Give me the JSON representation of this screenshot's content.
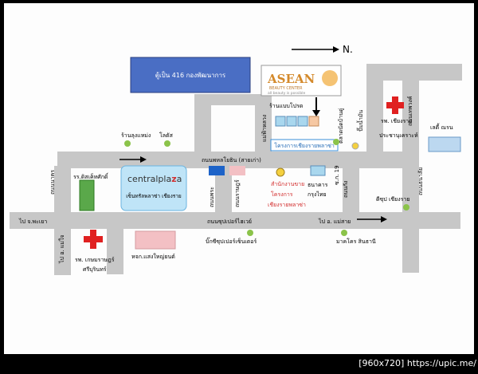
{
  "north_label": "N.",
  "logo": {
    "brand": "ASEAN",
    "sub1": "BEAUTY CENTER",
    "sub2": "all beauty is possible"
  },
  "buildings": {
    "condo_top": "ตู้เป็น 416 กองพัฒนาการ",
    "shop_bottle": "ร้านแบบโปรด",
    "project_box": "โครงการเชียงรายพลาซ่า",
    "nivit": "เลดี้ ณรน",
    "central_brand_a": "centralpla",
    "central_brand_b": "z",
    "central_brand_c": "a",
    "central_sub": "เซ็นทรัลพลาซ่า เชียงราย",
    "sales_office": "สำนักงานขาย",
    "project_name": "โครงการ",
    "project_name2": "เชียงรายพลาซ่า",
    "bank": "ธนาคาร",
    "bank2": "กรุงไทย"
  },
  "labels": {
    "shop_lanna": "ร้านลุงแหม่ง",
    "lotus": "โลตัส",
    "road_main": "ถนนพหลโยธิน (สายเก่า)",
    "uaeng": "แม่ฟ้าหลวง",
    "talad": "ตลาดนัดบ้านดู่",
    "tho_chai": "ปั๊มน้ำมัน",
    "hospital_top1": "รพ. เชียงราย",
    "hospital_top2": "ประชานุเคราะห์",
    "road_right": "ถนนเทพวงค์",
    "rs_bilding": "รร.ดิสเค็ทศักดิ์",
    "road_left": "ถนนนาคร",
    "rama": "ถนนพระ",
    "sorahan": "ถนนราษฎร์",
    "khwai": "ถนนกัง",
    "kesee": "ซ.ก. 19",
    "road_far_right": "ถนนธนาลัย",
    "ceepop": "ดีซุป เชียงราย",
    "phayao": "ไป จ.พะเยา",
    "road_sup": "ถนนซุปเปอร์ไฮเวย์",
    "to_mae": "ไป อ. แม่สาย",
    "to_maesai": "ไป อ. แม่ใจ",
    "hospital_bot1": "รพ. เกษมราษฎร์",
    "hospital_bot2": "ศรีบุรินทร์",
    "pink_building": "หจก.แสงใหญ่ยนต์",
    "bigc": "บิ๊กซีซุปเปอร์เซ็นเตอร์",
    "macro": "มาคโคร สินธานี"
  },
  "caption": "[960x720] https://upic.me/"
}
